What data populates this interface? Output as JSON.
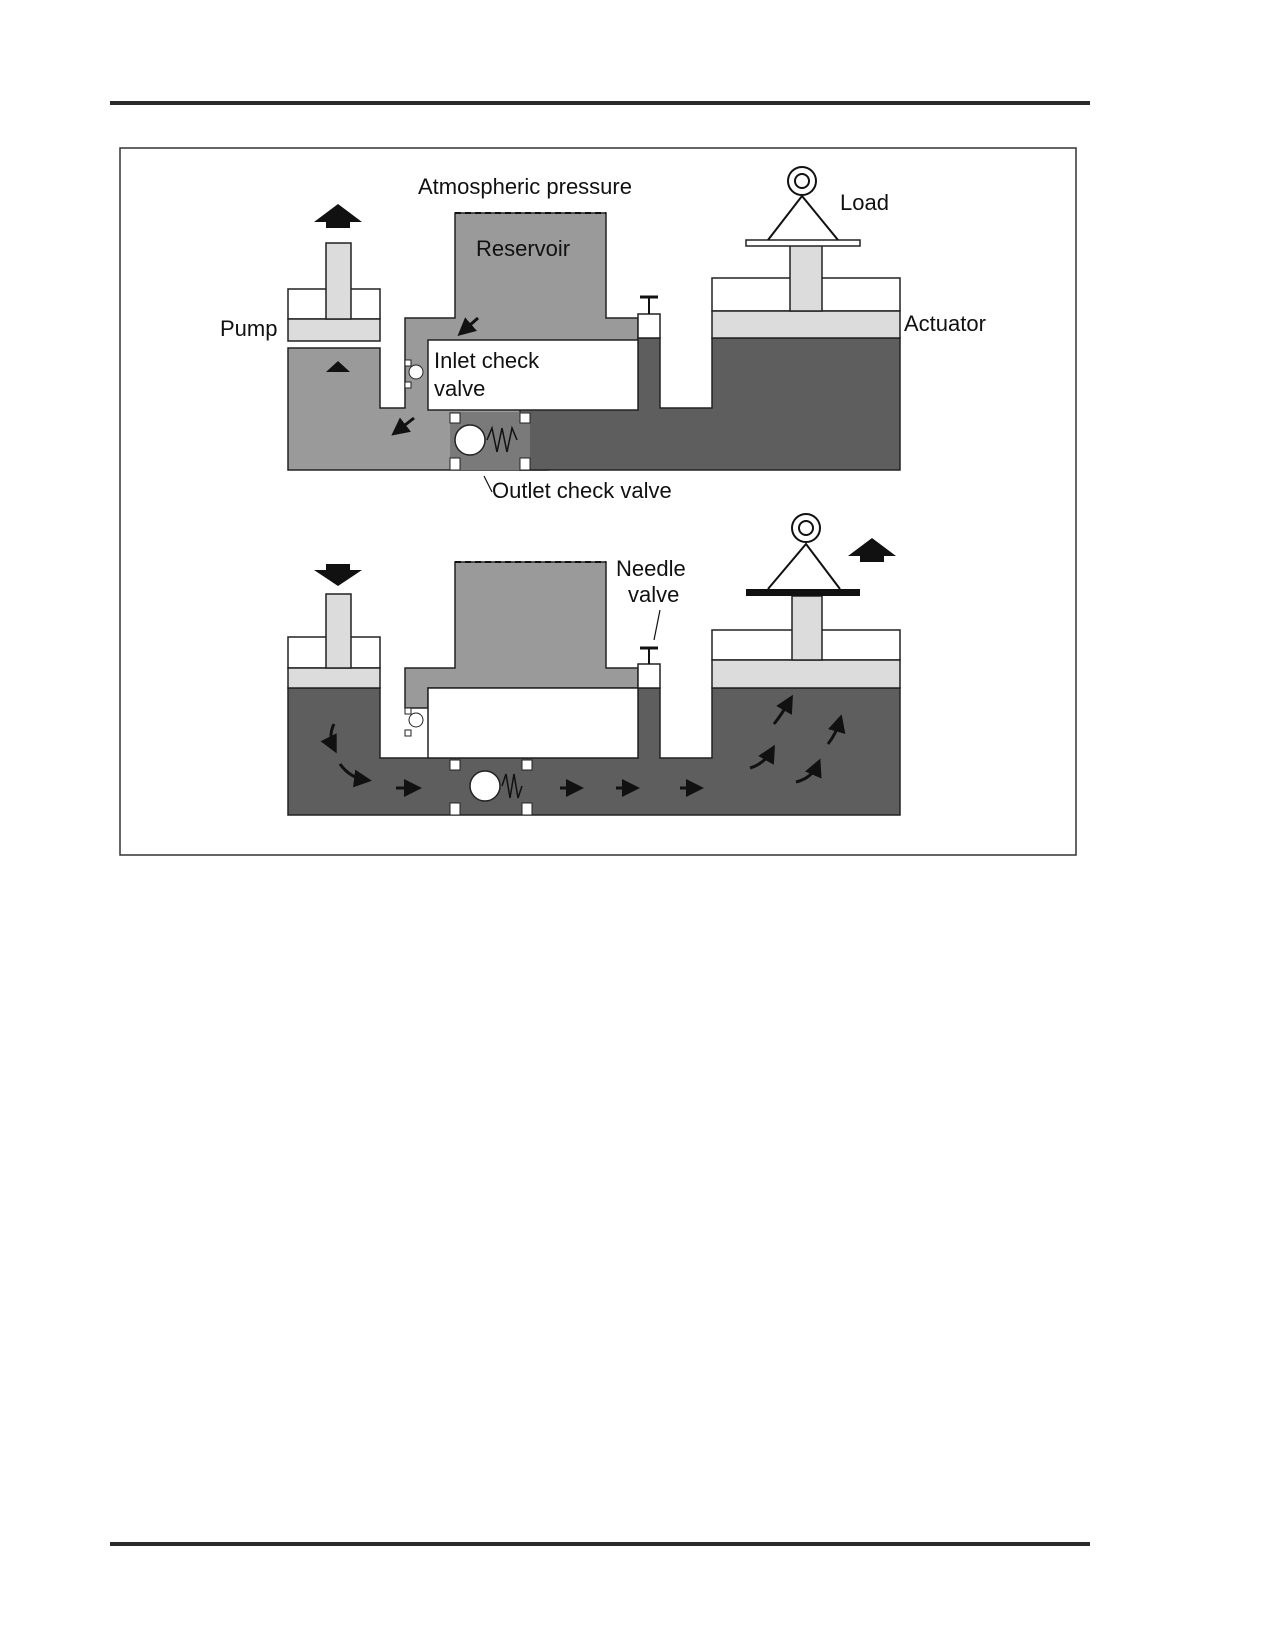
{
  "figure": {
    "top_panel": {
      "atmospheric_label": "Atmospheric pressure",
      "reservoir_label": "Reservoir",
      "load_label": "Load",
      "pump_label": "Pump",
      "actuator_label": "Actuator",
      "inlet_label_line1": "Inlet check",
      "inlet_label_line2": "valve",
      "outlet_label": "Outlet check valve"
    },
    "bottom_panel": {
      "needle_label_line1": "Needle",
      "needle_label_line2": "valve"
    }
  },
  "colors": {
    "fluid_dark": "#5e5e5e",
    "fluid_medium": "#9a9a9a",
    "piston_light": "#dcdcdc",
    "frame": "#333333"
  }
}
